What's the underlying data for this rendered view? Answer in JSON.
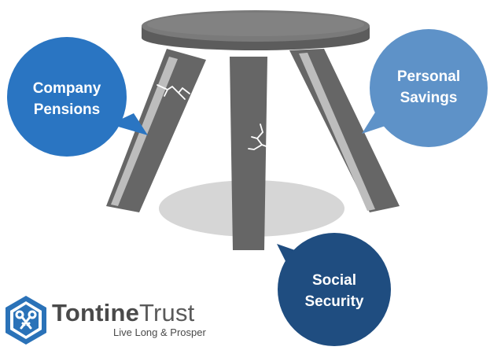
{
  "diagram": {
    "bubbles": [
      {
        "id": "company-pensions",
        "lines": [
          "Company",
          "Pensions"
        ],
        "color": "#2a75c2"
      },
      {
        "id": "personal-savings",
        "lines": [
          "Personal",
          "Savings"
        ],
        "color": "#5e92c8"
      },
      {
        "id": "social-security",
        "lines": [
          "Social",
          "Security"
        ],
        "color": "#1f4d80"
      }
    ],
    "stool_color": "#666666",
    "crack_color": "#ffffff"
  },
  "logo": {
    "word1": "Tontine",
    "word2": "Trust",
    "tagline": "Live Long & Prosper",
    "icon": "shield-keys-icon",
    "brand_color": "#2a72b8"
  }
}
